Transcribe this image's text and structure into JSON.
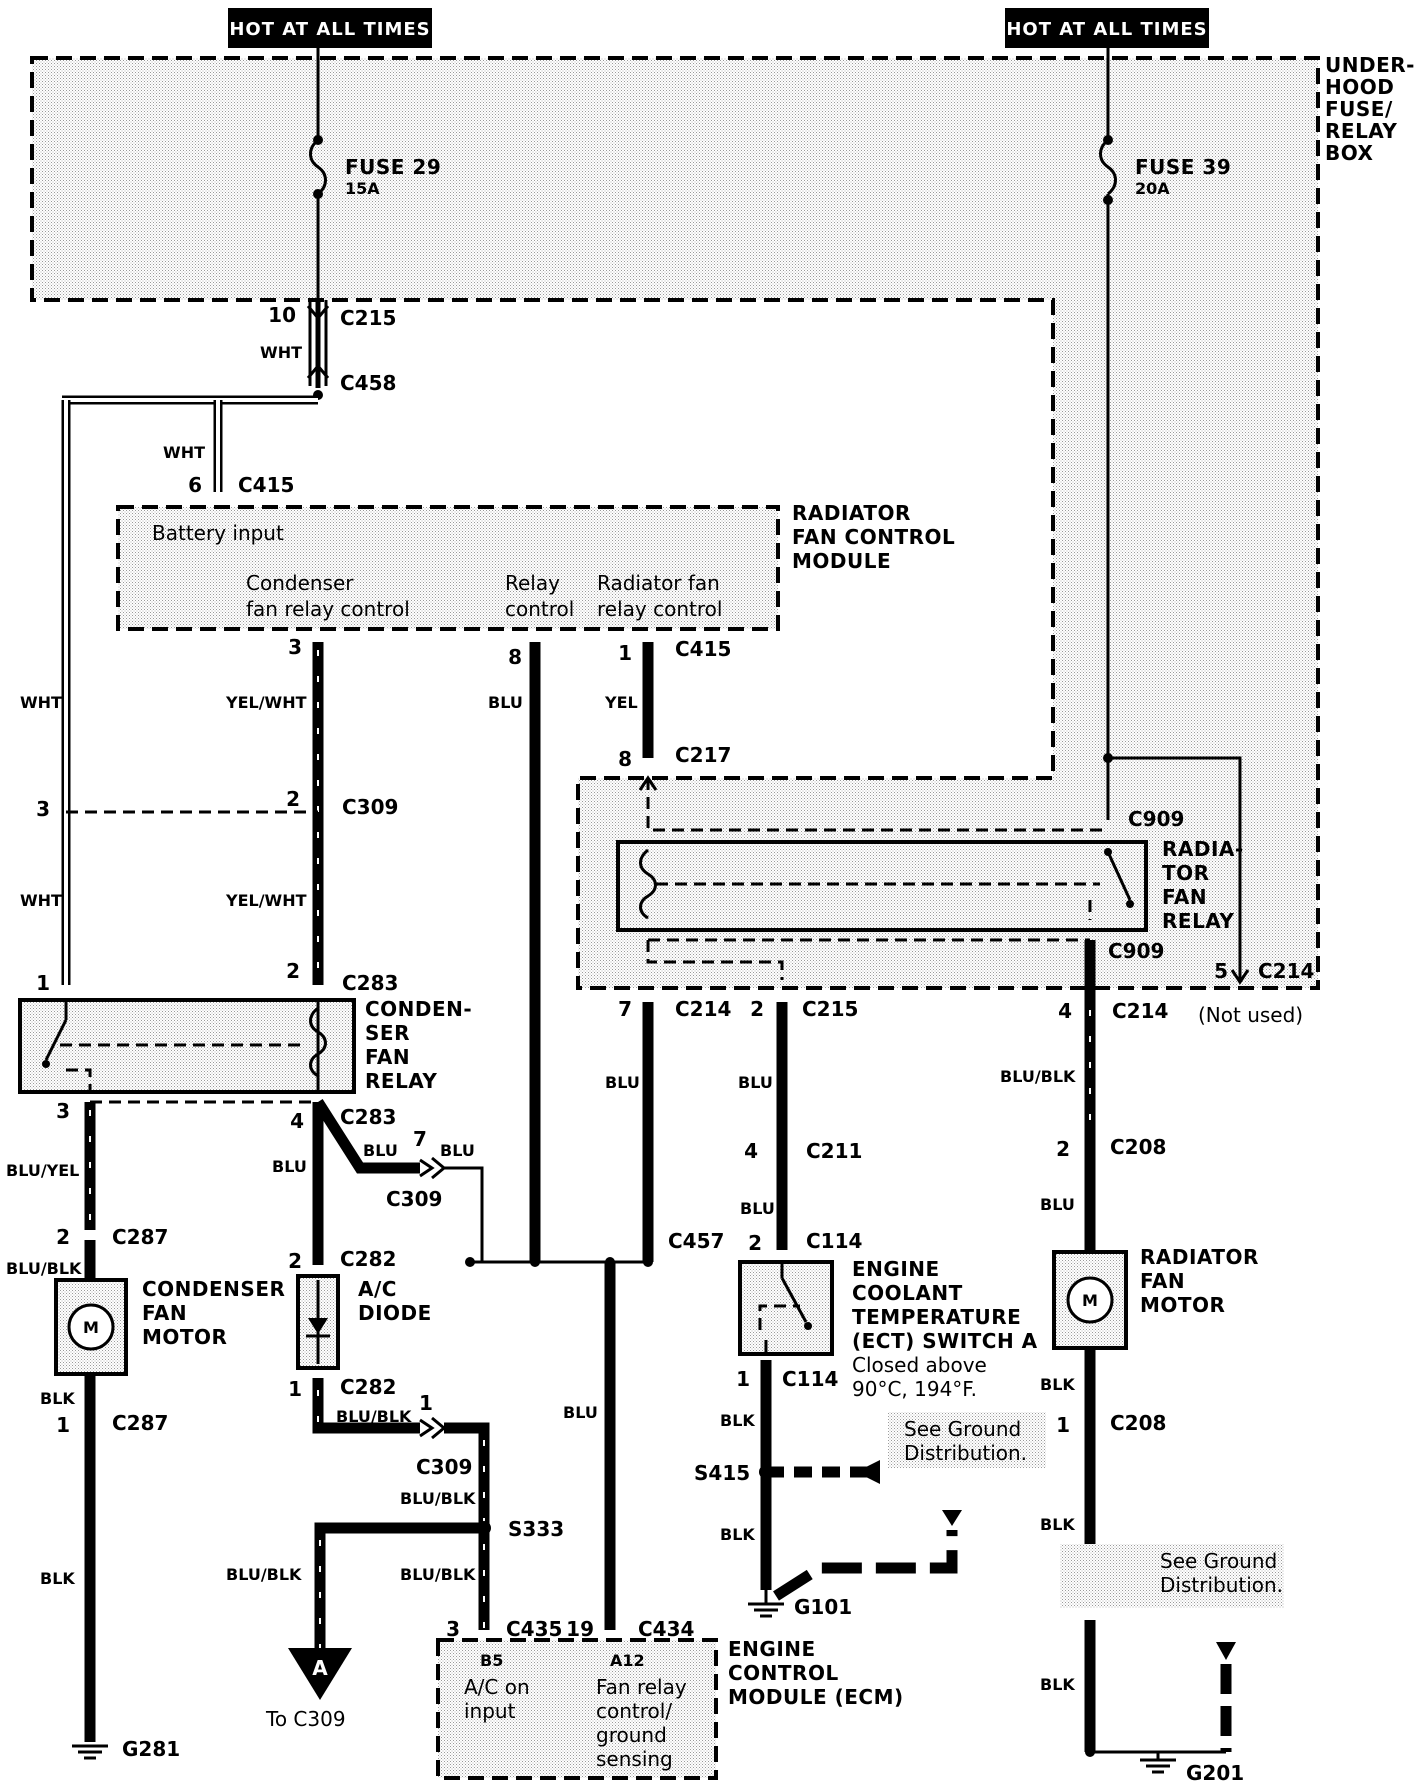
{
  "header": {
    "hot_left": "HOT AT ALL TIMES",
    "hot_right": "HOT AT ALL TIMES"
  },
  "underhood_box": {
    "label_lines": [
      "UNDER-",
      "HOOD",
      "FUSE/",
      "RELAY",
      "BOX"
    ],
    "fuse29_name": "FUSE 29",
    "fuse29_rating": "15A",
    "fuse39_name": "FUSE 39",
    "fuse39_rating": "20A"
  },
  "rfcm": {
    "label_lines": [
      "RADIATOR",
      "FAN CONTROL",
      "MODULE"
    ],
    "battery_input": "Battery input",
    "condenser_ctrl_lines": [
      "Condenser",
      "fan relay control"
    ],
    "relay_ctrl_lines": [
      "Relay",
      "control"
    ],
    "radiator_ctrl_lines": [
      "Radiator fan",
      "relay control"
    ]
  },
  "radiator_relay": {
    "label_lines": [
      "RADIA-",
      "TOR",
      "FAN",
      "RELAY"
    ]
  },
  "condenser_relay": {
    "label_lines": [
      "CONDEN-",
      "SER",
      "FAN",
      "RELAY"
    ]
  },
  "condenser_motor": {
    "label_lines": [
      "CONDENSER",
      "FAN",
      "MOTOR"
    ],
    "symbol": "M"
  },
  "radiator_motor": {
    "label_lines": [
      "RADIATOR",
      "FAN",
      "MOTOR"
    ],
    "symbol": "M"
  },
  "ac_diode": {
    "label_lines": [
      "A/C",
      "DIODE"
    ]
  },
  "ect_switch": {
    "label_lines": [
      "ENGINE",
      "COOLANT",
      "TEMPERATURE",
      "(ECT) SWITCH A"
    ],
    "note_lines": [
      "Closed above",
      "90°C, 194°F."
    ]
  },
  "ecm": {
    "label_lines": [
      "ENGINE",
      "CONTROL",
      "MODULE (ECM)"
    ],
    "pin_b5": "B5",
    "b5_lines": [
      "A/C on",
      "input"
    ],
    "pin_a12": "A12",
    "a12_lines": [
      "Fan relay",
      "control/",
      "ground",
      "sensing"
    ]
  },
  "notes": {
    "see_ground_lines": [
      "See Ground",
      "Distribution."
    ],
    "not_used": "(Not used)",
    "to_c309": "To C309",
    "arrow_letter": "A"
  },
  "connectors": {
    "c215": "C215",
    "c458": "C458",
    "c415": "C415",
    "c309": "C309",
    "c283": "C283",
    "c287": "C287",
    "c282": "C282",
    "c217": "C217",
    "c909": "C909",
    "c214": "C214",
    "c211": "C211",
    "c114": "C114",
    "c208": "C208",
    "c457": "C457",
    "c435": "C435",
    "c434": "C434",
    "s415": "S415",
    "s333": "S333",
    "g101": "G101",
    "g281": "G281",
    "g201": "G201"
  },
  "pins": {
    "p10": "10",
    "p6": "6",
    "p3": "3",
    "p8": "8",
    "p1": "1",
    "p2": "2",
    "p4": "4",
    "p5": "5",
    "p7": "7",
    "p19": "19"
  },
  "wire_colors": {
    "wht": "WHT",
    "yel_wht": "YEL/WHT",
    "blu": "BLU",
    "yel": "YEL",
    "blu_yel": "BLU/YEL",
    "blu_blk": "BLU/BLK",
    "blk": "BLK"
  }
}
